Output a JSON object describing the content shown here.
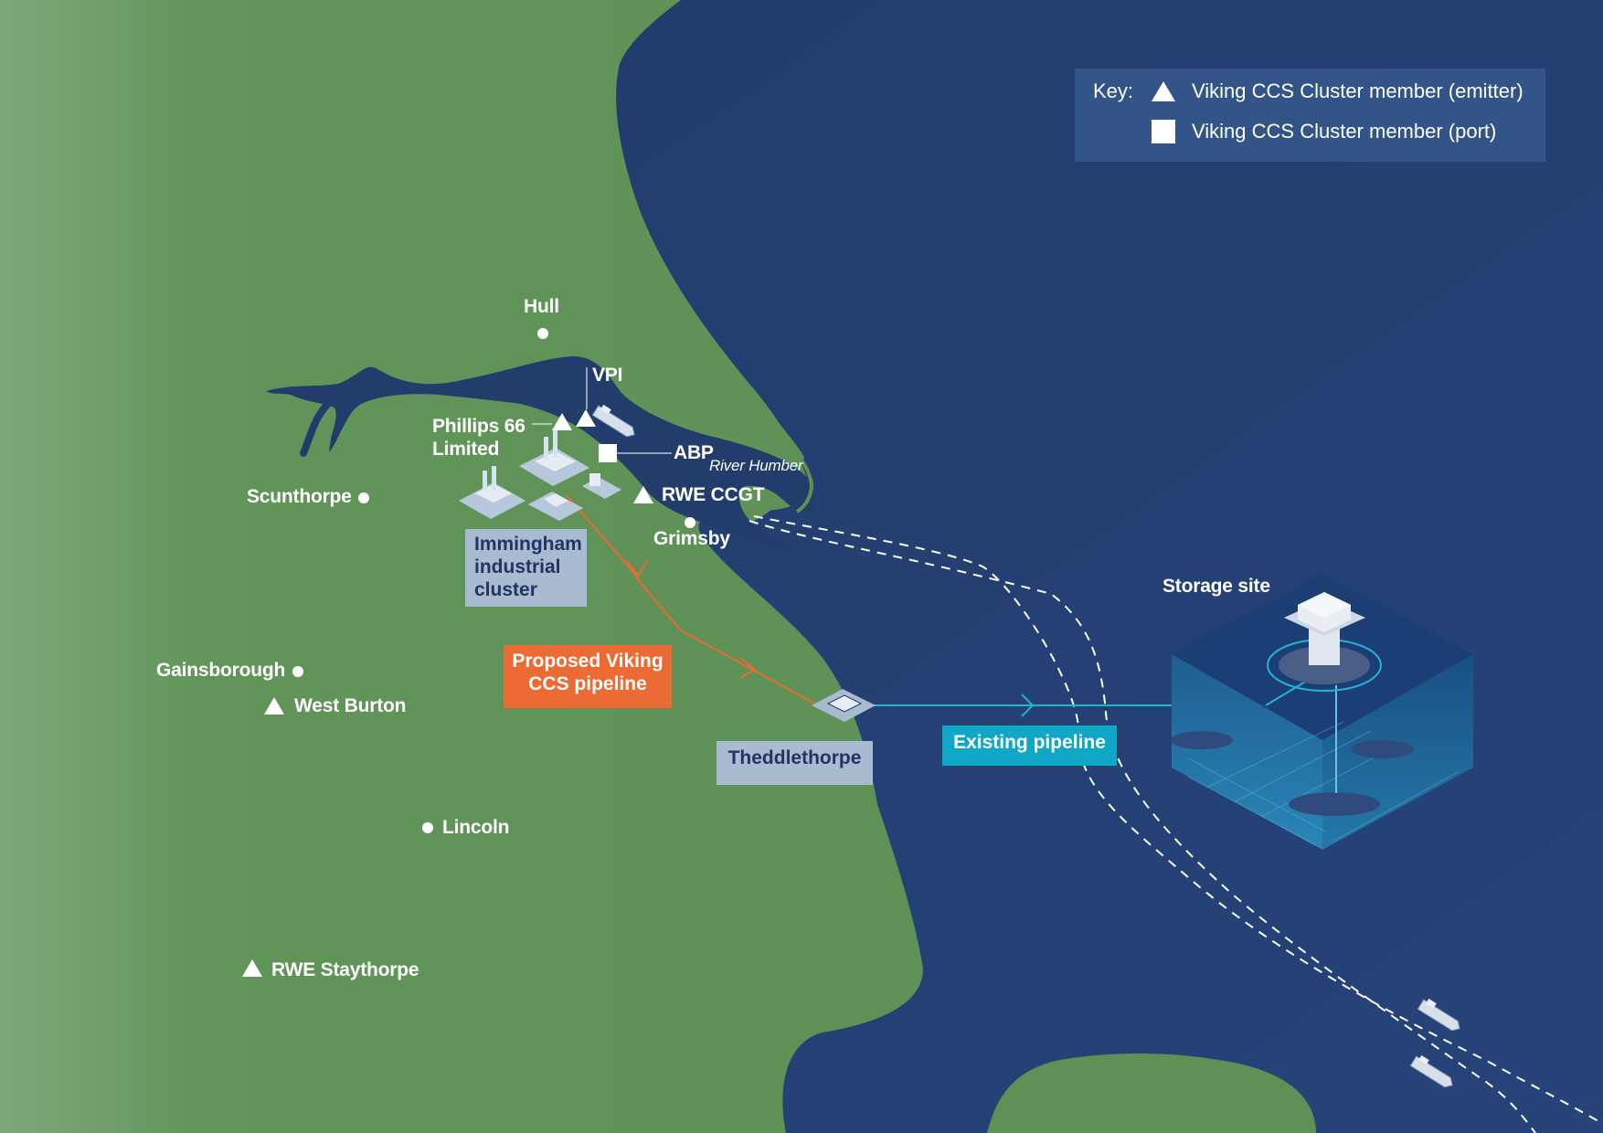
{
  "colors": {
    "land": "#5e9155",
    "land_light": "#7ea77a",
    "sea": "#233f72",
    "proposed_pipeline": "#ec6a33",
    "existing_pipeline": "#22b4d3",
    "label_box": "#a9bbd1"
  },
  "key": {
    "title": "Key:",
    "emitter": "Viking CCS Cluster member (emitter)",
    "port": "Viking CCS Cluster member (port)"
  },
  "places": {
    "hull": "Hull",
    "scunthorpe": "Scunthorpe",
    "grimsby": "Grimsby",
    "gainsborough": "Gainsborough",
    "lincoln": "Lincoln"
  },
  "members": {
    "vpi": "VPI",
    "phillips_line1": "Phillips 66",
    "phillips_line2": "Limited",
    "abp": "ABP",
    "rwe_ccgt": "RWE CCGT",
    "west_burton": "West Burton",
    "rwe_staythorpe": "RWE Staythorpe"
  },
  "water": {
    "river_humber": "River Humber"
  },
  "boxes": {
    "immingham": "Immingham\nindustrial\ncluster",
    "proposed": "Proposed Viking\nCCS pipeline",
    "theddlethorpe": "Theddlethorpe",
    "existing": "Existing pipeline"
  },
  "storage": {
    "label": "Storage site"
  },
  "icons": [
    "triangle-icon",
    "square-icon",
    "dot-icon",
    "ship-icon",
    "factory-icon",
    "platform-icon",
    "terminal-icon"
  ]
}
